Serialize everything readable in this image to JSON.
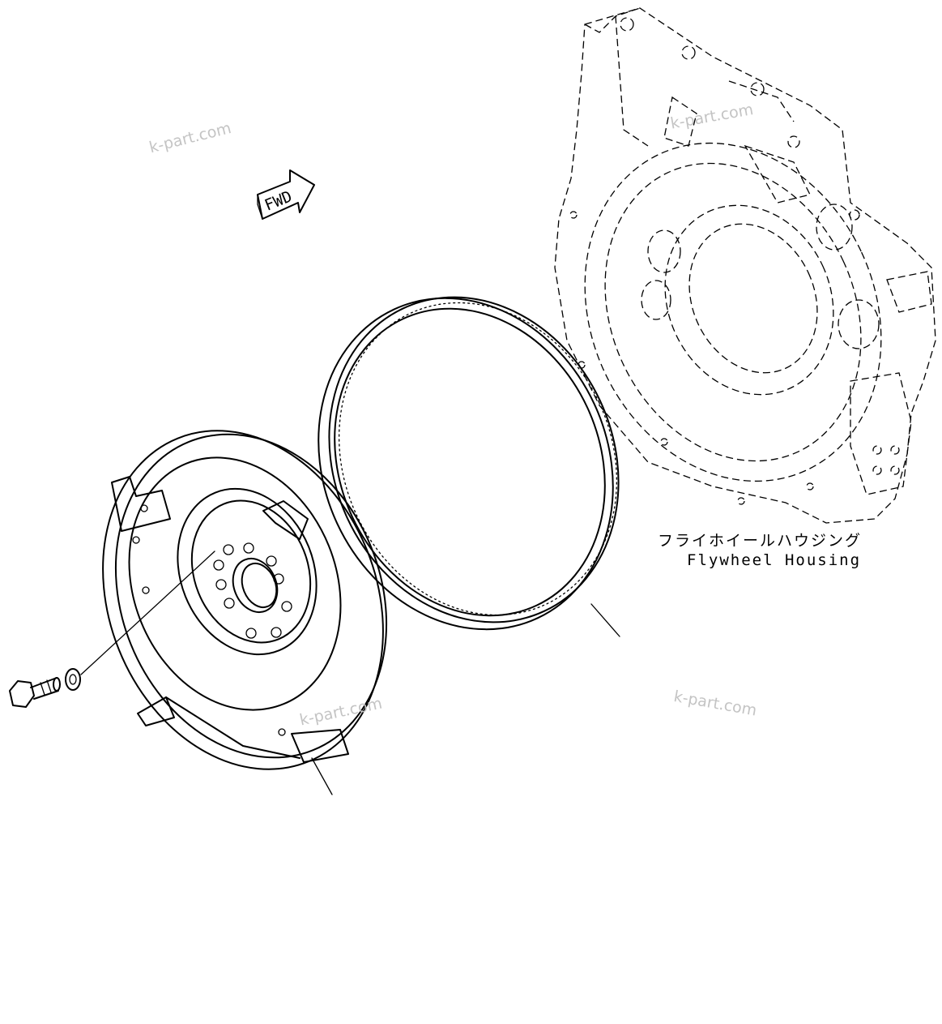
{
  "labels": {
    "housing_jp": "フライホイールハウジング",
    "housing_en": "Flywheel Housing",
    "fwd": "FWD"
  },
  "watermarks": [
    "k-part.com",
    "k-part.com",
    "k-part.com",
    "k-part.com"
  ]
}
